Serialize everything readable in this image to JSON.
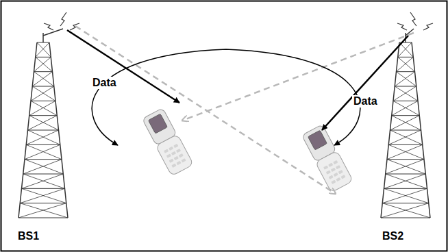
{
  "diagram": {
    "labels": [
      "Data",
      "Data",
      "BS1",
      "BS2"
    ]
  }
}
